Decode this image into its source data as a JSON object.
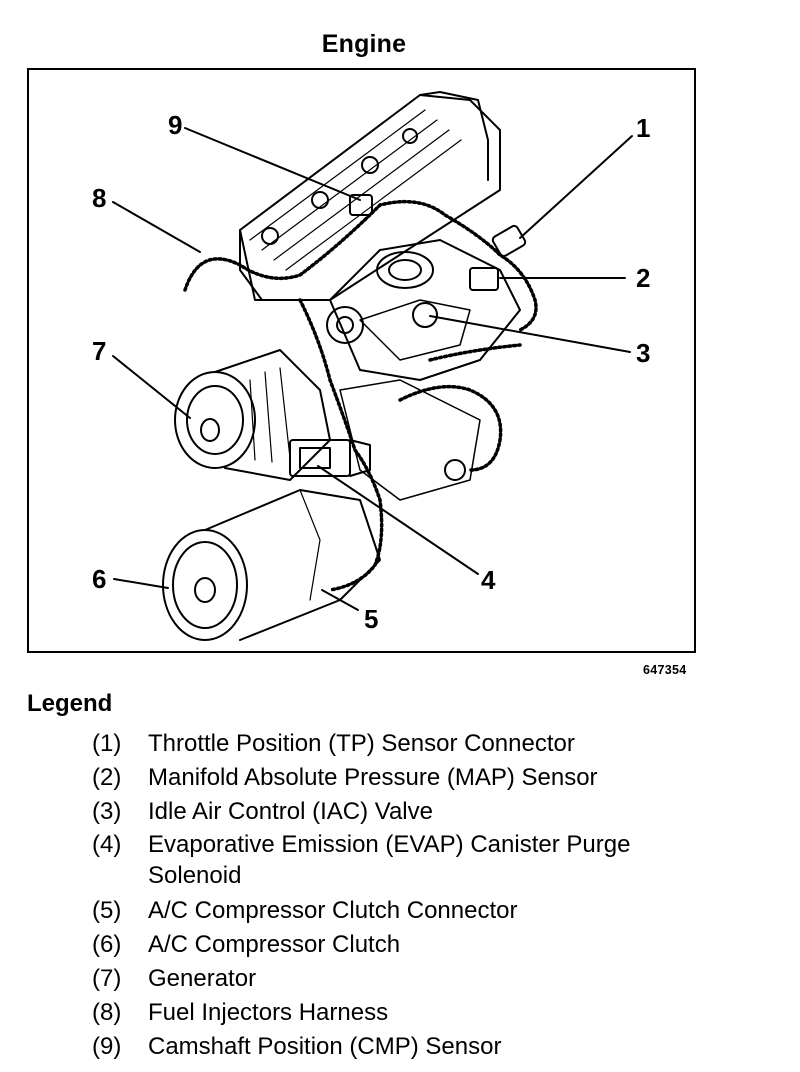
{
  "title": "Engine",
  "figure_id": "647354",
  "callouts": [
    "1",
    "2",
    "3",
    "4",
    "5",
    "6",
    "7",
    "8",
    "9"
  ],
  "legend": {
    "heading": "Legend",
    "items": [
      {
        "num": "(1)",
        "text": "Throttle Position (TP) Sensor Connector"
      },
      {
        "num": "(2)",
        "text": "Manifold Absolute Pressure (MAP) Sensor"
      },
      {
        "num": "(3)",
        "text": "Idle Air Control (IAC) Valve"
      },
      {
        "num": "(4)",
        "text": "Evaporative Emission (EVAP) Canister Purge Solenoid"
      },
      {
        "num": "(5)",
        "text": "A/C Compressor Clutch Connector"
      },
      {
        "num": "(6)",
        "text": "A/C Compressor Clutch"
      },
      {
        "num": "(7)",
        "text": "Generator"
      },
      {
        "num": "(8)",
        "text": "Fuel Injectors Harness"
      },
      {
        "num": "(9)",
        "text": "Camshaft Position (CMP) Sensor"
      }
    ]
  }
}
